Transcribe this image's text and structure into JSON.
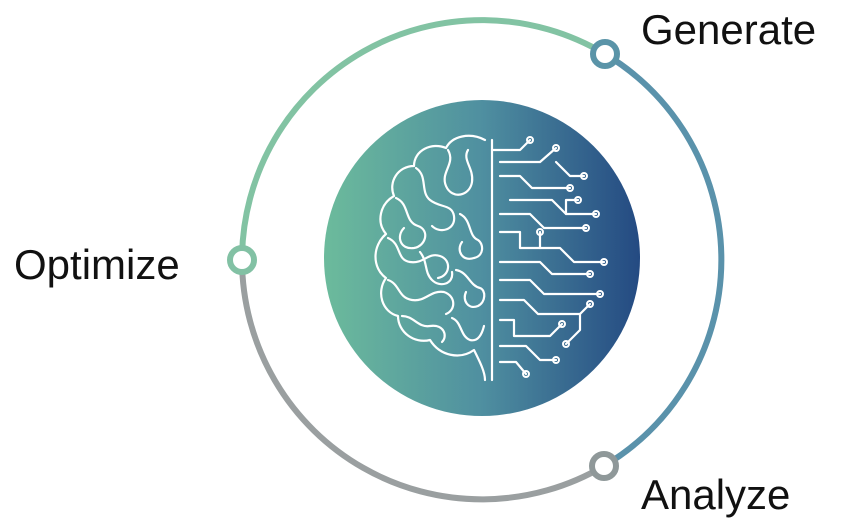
{
  "diagram": {
    "stages": [
      {
        "id": "generate",
        "label": "Generate",
        "color": "#5a94a8"
      },
      {
        "id": "optimize",
        "label": "Optimize",
        "color": "#82c1a4"
      },
      {
        "id": "analyze",
        "label": "Analyze",
        "color": "#8f9899"
      }
    ],
    "ring_colors": {
      "top_left": "#82c3a3",
      "right": "#5a92ab",
      "bottom": "#9a9fa0"
    },
    "center_gradient": [
      "#6cbb9c",
      "#4f8fa0",
      "#244a82"
    ],
    "center_icon": "brain-circuit-icon"
  }
}
